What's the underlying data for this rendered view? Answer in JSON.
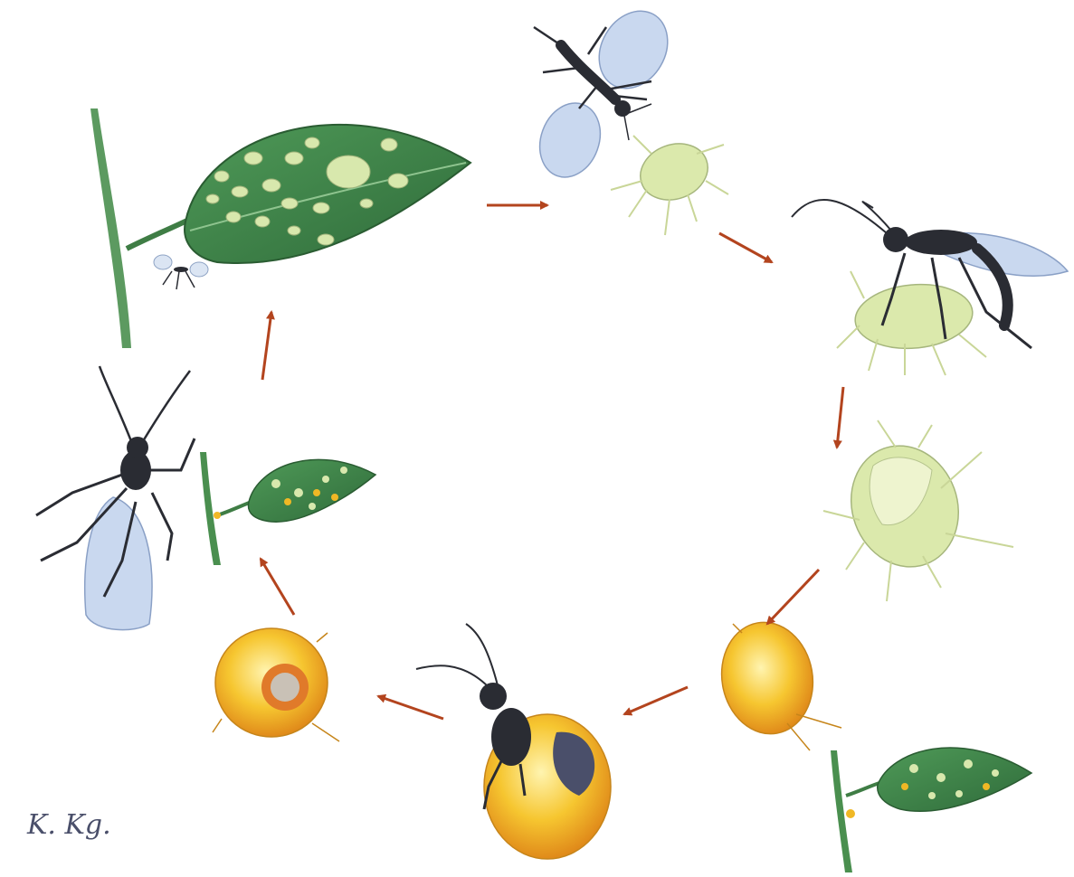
{
  "diagram": {
    "type": "life-cycle",
    "colors": {
      "arrow": "#b3441e",
      "leaf": "#3f8a4a",
      "leaf_dark": "#2f6b3a",
      "aphid": "#d6e6a8",
      "wasp": "#2a2c33",
      "wing": "#b9cde8",
      "mummy": "#f0b825"
    },
    "stages": [
      {
        "id": "leaf-with-aphid-colony",
        "icon": "leaf-icon"
      },
      {
        "id": "wasp-approaching-aphid",
        "icon": "wasp-icon"
      },
      {
        "id": "wasp-ovipositing-in-aphid",
        "icon": "wasp-icon"
      },
      {
        "id": "parasitized-aphid",
        "icon": "aphid-icon"
      },
      {
        "id": "aphid-mummy",
        "icon": "mummy-icon"
      },
      {
        "id": "adult-emerging-from-mummy",
        "icon": "wasp-icon"
      },
      {
        "id": "mummy-with-exit-hole",
        "icon": "mummy-icon"
      },
      {
        "id": "leaf-with-mummies",
        "icon": "leaf-icon"
      },
      {
        "id": "adult-wasp",
        "icon": "wasp-icon"
      }
    ],
    "signature": "K. Kg."
  }
}
